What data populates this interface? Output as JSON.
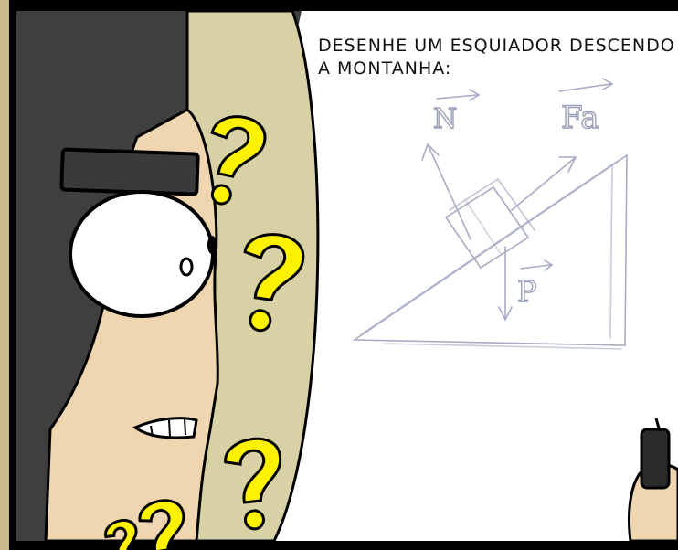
{
  "panel": {
    "caption_line1": "DESENHE UM ESQUIADOR DESCENDO",
    "caption_line2": "A MONTANHA:"
  },
  "diagram": {
    "normal_label": "N",
    "friction_label": "Fa",
    "weight_label": "P"
  },
  "colors": {
    "board": "#ffffff",
    "hair": "#3f3f3f",
    "skin": "#efd6b0",
    "shadow": "#d8d1a6",
    "question": "#fff200",
    "sketch": "#a7abc4",
    "border": "#000000",
    "left_strip": "#c9b98d"
  },
  "icons": {
    "question_marks": "question-mark-icon",
    "vector_arrow": "vector-arrow-icon"
  }
}
